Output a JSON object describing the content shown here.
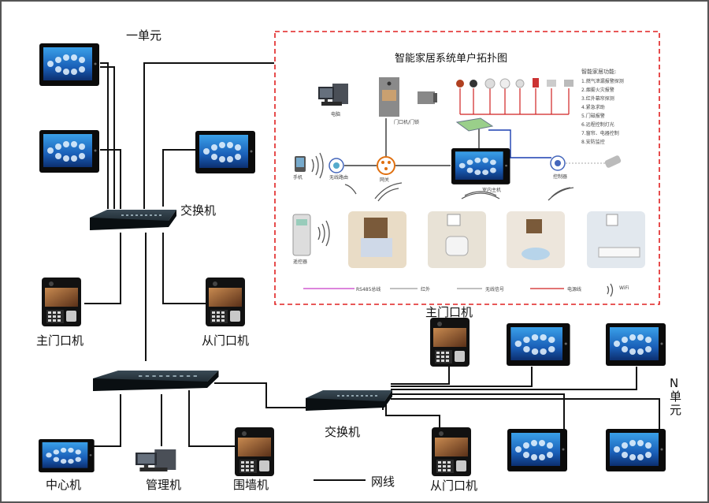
{
  "labels": {
    "unit1": "一单元",
    "switch_top": "交换机",
    "main_door_left": "主门口机",
    "sub_door_left": "从门口机",
    "main_door_right": "主门口机",
    "switch_bottom": "交换机",
    "sub_door_right": "从门口机",
    "center": "中心机",
    "manager": "管理机",
    "wall": "围墙机",
    "network": "网线",
    "unit_n": "N单元"
  },
  "topology": {
    "title": "智能家居系统单户拓扑图",
    "item_computer": "电脑",
    "item_door_unit": "门口机/门锁",
    "item_gateway": "网关",
    "item_mobile": "手机",
    "item_remote": "遥控器",
    "item_host": "室内主机",
    "item_router": "无线路由",
    "item_controller": "控制器",
    "sensor_list_title": "智能家居功能:",
    "sensor_list": [
      "1.燃气泄漏报警探测",
      "2.烟雾火灾报警",
      "3.红外幕帘探测",
      "4.紧急求助",
      "5.门磁报警",
      "6.远程控制灯光",
      "7.窗帘、电器控制",
      "8.安防监控"
    ],
    "legend": [
      "RS485总线",
      "红外",
      "无线信号",
      "电源线",
      "WiFi"
    ],
    "legend_colors": [
      "#c83cc8",
      "#9a9a9a",
      "#9a9a9a",
      "#d02020",
      "#333333"
    ]
  },
  "colors": {
    "dash_border": "#e02020",
    "line": "#111111",
    "blue_line": "#1a3fb0",
    "red_line": "#d02020"
  }
}
